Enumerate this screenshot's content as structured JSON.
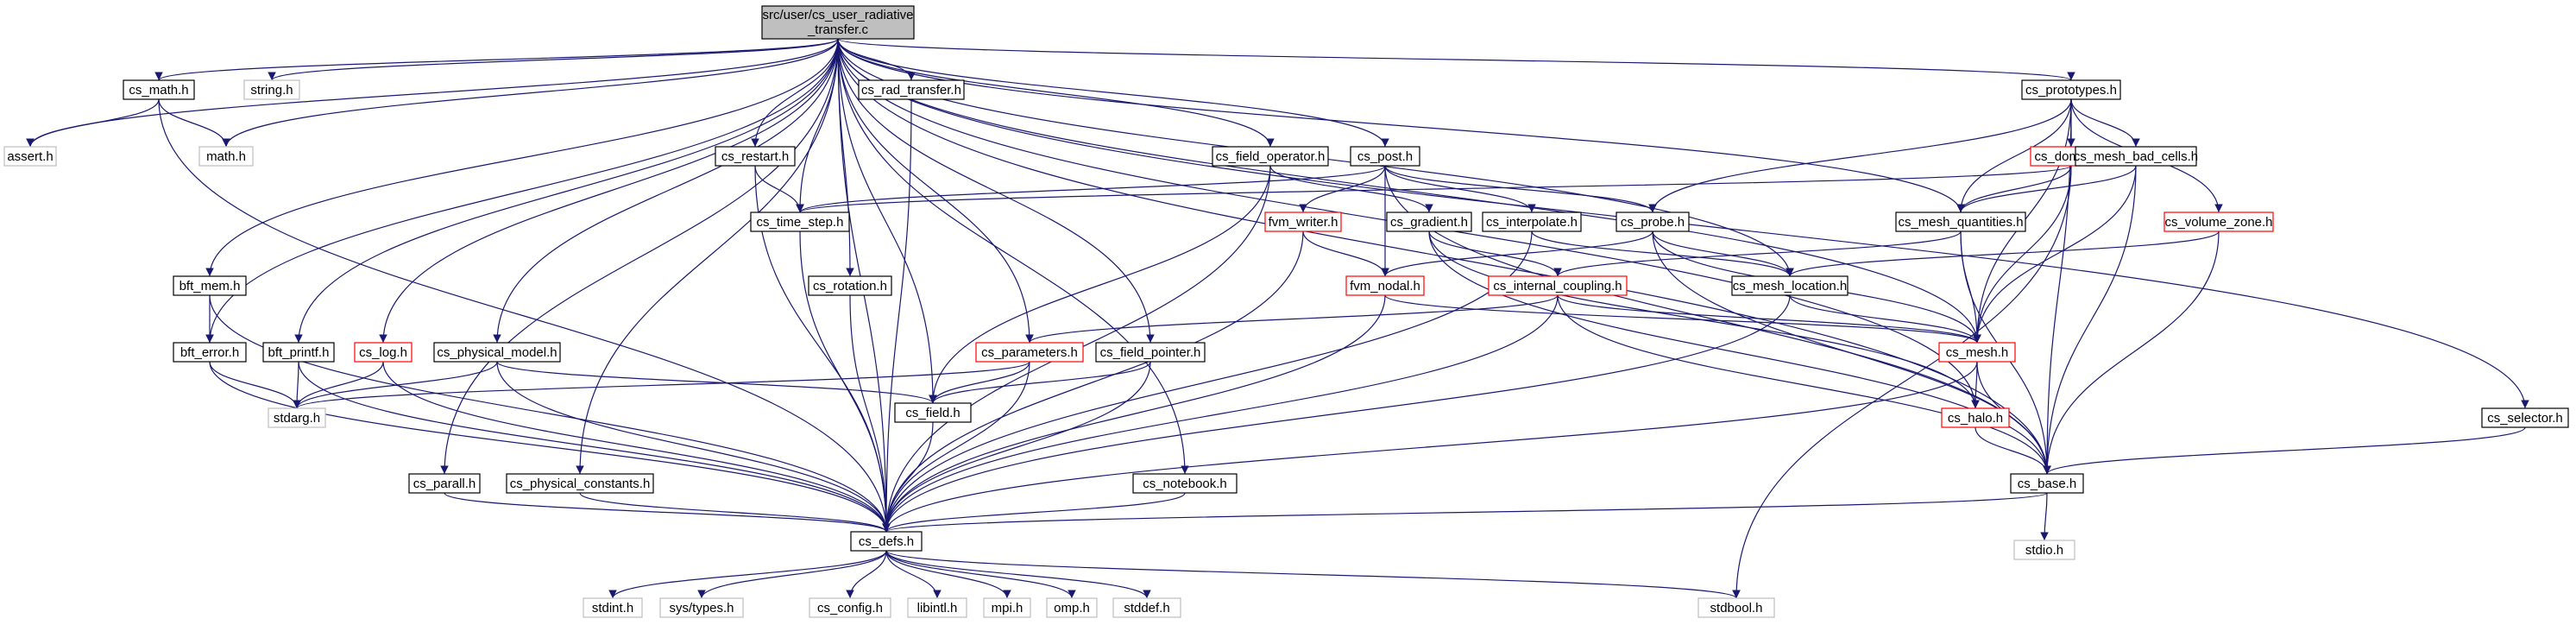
{
  "graph": {
    "root": [
      "src/user/cs_user_radiative",
      "_transfer.c"
    ],
    "nodes": {
      "cs_math_h": "cs_math.h",
      "string_h": "string.h",
      "assert_h": "assert.h",
      "math_h": "math.h",
      "cs_rad_transfer_h": "cs_rad_transfer.h",
      "cs_prototypes_h": "cs_prototypes.h",
      "cs_restart_h": "cs_restart.h",
      "cs_field_operator_h": "cs_field_operator.h",
      "cs_post_h": "cs_post.h",
      "cs_domain_h": "cs_domain.h",
      "cs_mesh_bad_cells_h": "cs_mesh_bad_cells.h",
      "cs_time_step_h": "cs_time_step.h",
      "fvm_writer_h": "fvm_writer.h",
      "cs_gradient_h": "cs_gradient.h",
      "cs_interpolate_h": "cs_interpolate.h",
      "cs_probe_h": "cs_probe.h",
      "cs_mesh_quantities_h": "cs_mesh_quantities.h",
      "cs_volume_zone_h": "cs_volume_zone.h",
      "bft_mem_h": "bft_mem.h",
      "cs_rotation_h": "cs_rotation.h",
      "fvm_nodal_h": "fvm_nodal.h",
      "cs_internal_coupling_h": "cs_internal_coupling.h",
      "cs_mesh_location_h": "cs_mesh_location.h",
      "bft_error_h": "bft_error.h",
      "bft_printf_h": "bft_printf.h",
      "cs_log_h": "cs_log.h",
      "cs_physical_model_h": "cs_physical_model.h",
      "cs_parameters_h": "cs_parameters.h",
      "cs_field_pointer_h": "cs_field_pointer.h",
      "cs_mesh_h": "cs_mesh.h",
      "stdarg_h": "stdarg.h",
      "cs_field_h": "cs_field.h",
      "cs_halo_h": "cs_halo.h",
      "cs_selector_h": "cs_selector.h",
      "cs_parall_h": "cs_parall.h",
      "cs_physical_constants_h": "cs_physical_constants.h",
      "cs_notebook_h": "cs_notebook.h",
      "cs_base_h": "cs_base.h",
      "cs_defs_h": "cs_defs.h",
      "stdio_h": "stdio.h",
      "stdint_h": "stdint.h",
      "sys_types_h": "sys/types.h",
      "cs_config_h": "cs_config.h",
      "libintl_h": "libintl.h",
      "mpi_h": "mpi.h",
      "omp_h": "omp.h",
      "stddef_h": "stddef.h",
      "stdbool_h": "stdbool.h"
    }
  },
  "colors": {
    "edge": "#191970",
    "root_fill": "#bfbfbf",
    "normal_border": "#000000",
    "incomplete_border": "#ff0000",
    "system_border": "#bfbfbf"
  }
}
